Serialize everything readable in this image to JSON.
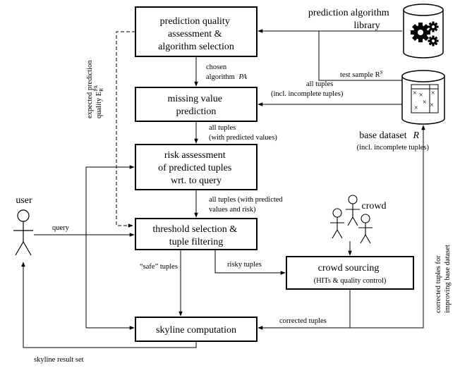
{
  "boxes": {
    "pqa": [
      "prediction quality",
      "assessment &",
      "algorithm selection"
    ],
    "mvp": [
      "missing value",
      "prediction"
    ],
    "risk": [
      "risk assessment",
      "of predicted tuples",
      "wrt. to query"
    ],
    "thr": [
      "threshold selection &",
      "tuple filtering"
    ],
    "crowd_sourcing": [
      "crowd sourcing",
      "(HITs & quality control)"
    ],
    "skyline": [
      "skyline computation"
    ]
  },
  "nodes": {
    "algo_library": [
      "prediction algorithm",
      "library"
    ],
    "base_dataset_title": "base dataset",
    "base_dataset_var": "R",
    "base_dataset_sub": "(incl. incomplete tuples)",
    "user": "user",
    "crowd": "crowd"
  },
  "edges": {
    "chosen_algo_1": "chosen",
    "chosen_algo_2": "algorithm",
    "chosen_algo_var": "PA",
    "test_sample": "test sample R",
    "test_sample_sup": "S",
    "all_tuples_incl_1": "all tuples",
    "all_tuples_incl_2": "(incl. incomplete tuples)",
    "all_tuples_pred_1": "all tuples",
    "all_tuples_pred_2": "(with predicted values)",
    "all_tuples_risk_1": "all tuples (with predicted",
    "all_tuples_risk_2": "values and risk)",
    "query": "query",
    "safe_tuples": "“safe” tuples",
    "risky_tuples": "risky tuples",
    "corrected_tuples": "corrected tuples",
    "corrected_improve_1": "corrected tuples for",
    "corrected_improve_2": "improving base dataset",
    "expected_quality_1": "expected prediction",
    "expected_quality_2": "quality E",
    "expected_quality_sub": "R",
    "expected_quality_sup": "PA",
    "skyline_result": "skyline result set"
  }
}
